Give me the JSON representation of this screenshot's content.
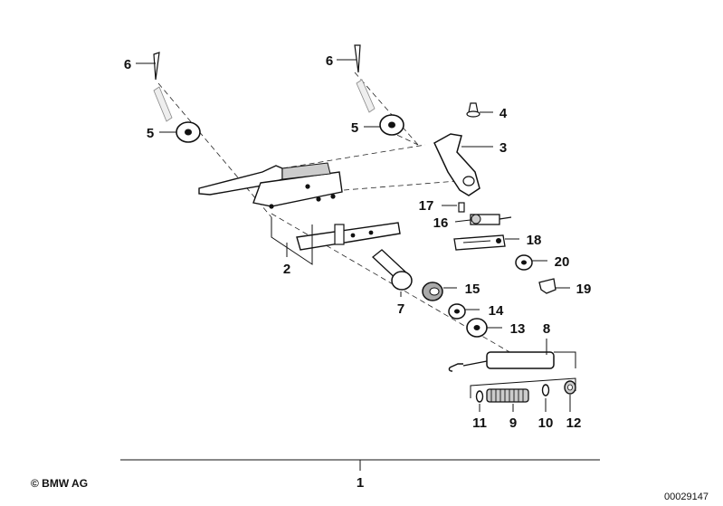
{
  "diagram": {
    "callouts": {
      "c1": "1",
      "c2": "2",
      "c3": "3",
      "c4": "4",
      "c5a": "5",
      "c5b": "5",
      "c6a": "6",
      "c6b": "6",
      "c7": "7",
      "c8": "8",
      "c9": "9",
      "c10": "10",
      "c11": "11",
      "c12": "12",
      "c13": "13",
      "c14": "14",
      "c15": "15",
      "c16": "16",
      "c17": "17",
      "c18": "18",
      "c19": "19",
      "c20": "20"
    }
  },
  "footer": {
    "copyright": "© BMW AG",
    "diagram_number": "00029147"
  }
}
